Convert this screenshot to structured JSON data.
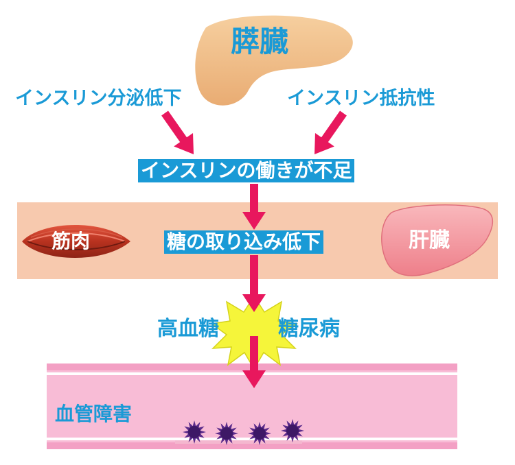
{
  "organs": {
    "pancreas": "膵臓",
    "muscle": "筋肉",
    "liver": "肝臓"
  },
  "causes": {
    "left": "インスリン分泌低下",
    "right": "インスリン抵抗性"
  },
  "boxes": {
    "insulin_shortage": "インスリンの働きが不足",
    "uptake_decrease": "糖の取り込み低下"
  },
  "conditions": {
    "hyperglycemia": "高血糖",
    "diabetes": "糖尿病"
  },
  "vessel": {
    "label": "血管障害"
  },
  "colors": {
    "accent_blue": "#1a9ad6",
    "arrow": "#e8175d",
    "band": "#f7c9ae",
    "vessel": "#f7b6d2",
    "vessel_wall": "#f08fb8",
    "burst": "#f5f53a",
    "particle": "#5a2a8a",
    "pancreas": "#f2c08e",
    "liver": "#f49aa2",
    "muscle": "#c0392b"
  }
}
